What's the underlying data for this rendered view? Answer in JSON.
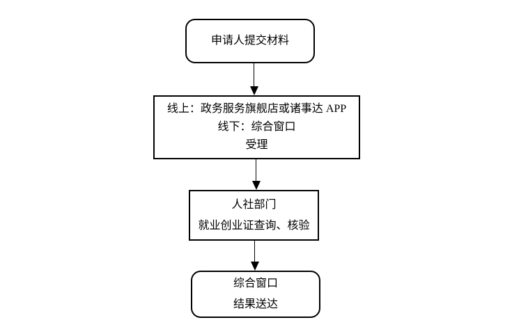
{
  "diagram": {
    "type": "flowchart",
    "background_color": "#ffffff",
    "line_color": "#000000",
    "nodes": [
      {
        "id": "start",
        "shape": "rounded-rectangle",
        "lines": [
          "申请人提交材料"
        ]
      },
      {
        "id": "accept",
        "shape": "rectangle",
        "lines": [
          "线上：政务服务旗舰店或诸事达 APP",
          "线下：综合窗口",
          "受理"
        ]
      },
      {
        "id": "verify",
        "shape": "rectangle",
        "lines": [
          "人社部门",
          "就业创业证查询、核验"
        ]
      },
      {
        "id": "deliver",
        "shape": "rounded-rectangle",
        "lines": [
          "综合窗口",
          "结果送达"
        ]
      }
    ],
    "connectors": [
      {
        "from": "start",
        "to": "accept",
        "direction": "down"
      },
      {
        "from": "accept",
        "to": "verify",
        "direction": "down"
      },
      {
        "from": "verify",
        "to": "deliver",
        "direction": "down"
      }
    ]
  }
}
